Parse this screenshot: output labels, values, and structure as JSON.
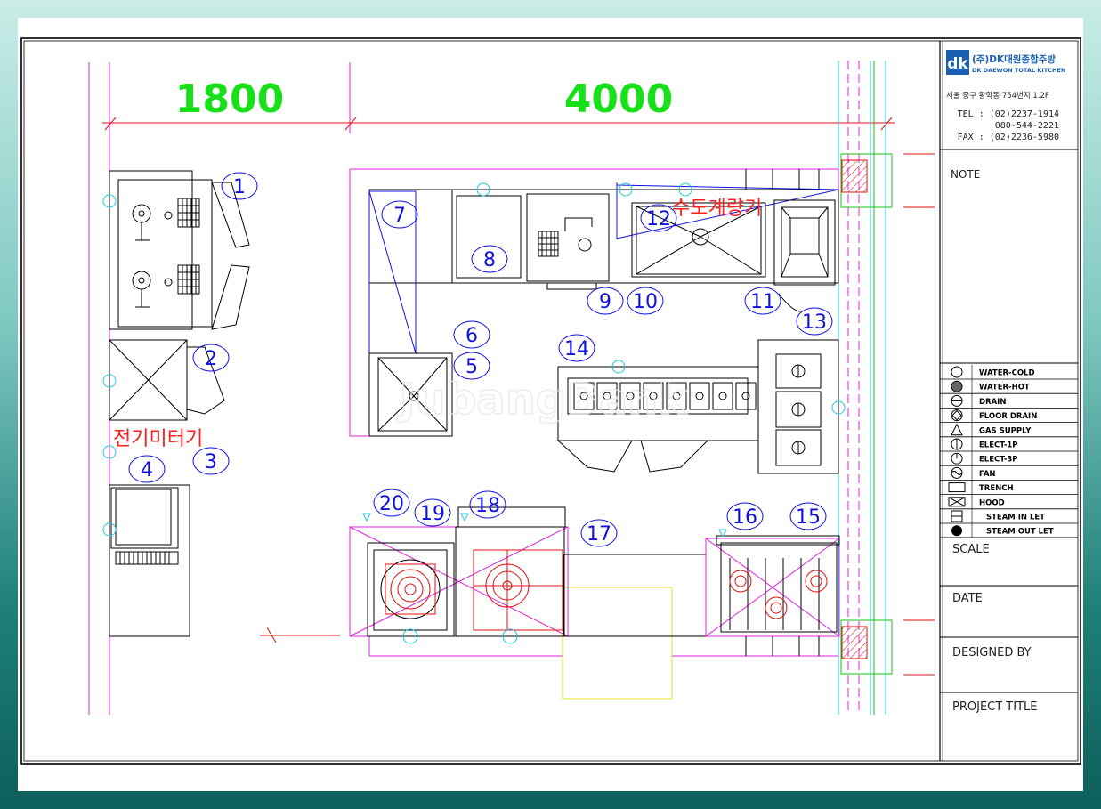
{
  "dimensions": {
    "left": "1800",
    "right": "4000"
  },
  "labels": {
    "meter_water": "수도계량기",
    "meter_electric": "전기미터기",
    "watermark": "JubangBank"
  },
  "item_numbers": [
    "1",
    "2",
    "3",
    "4",
    "5",
    "6",
    "7",
    "8",
    "9",
    "10",
    "11",
    "12",
    "13",
    "14",
    "15",
    "16",
    "17",
    "18",
    "19",
    "20"
  ],
  "title_block": {
    "company": "(주)DK대원종합주방",
    "company_en": "DK DAEWON TOTAL KITCHEN",
    "logo_letters": "dk",
    "address": "서울 중구 황학동 754번지 1.2F",
    "tel": "TEL : (02)2237-1914",
    "tel2": "080-544-2221",
    "fax": "FAX : (02)2236-5980",
    "note": "NOTE",
    "scale": "SCALE",
    "date": "DATE",
    "designed_by": "DESIGNED BY",
    "project_title": "PROJECT TITLE"
  },
  "legend": [
    {
      "symbol": "circle",
      "label": "WATER-COLD"
    },
    {
      "symbol": "circle-hatched",
      "label": "WATER-HOT"
    },
    {
      "symbol": "circle-drain",
      "label": "DRAIN"
    },
    {
      "symbol": "diamond-circle",
      "label": "FLOOR DRAIN"
    },
    {
      "symbol": "triangle",
      "label": "GAS SUPPLY"
    },
    {
      "symbol": "circle-bar",
      "label": "ELECT-1P"
    },
    {
      "symbol": "circle-half",
      "label": "ELECT-3P"
    },
    {
      "symbol": "circle-wave",
      "label": "FAN"
    },
    {
      "symbol": "trench",
      "label": "TRENCH"
    },
    {
      "symbol": "box-x",
      "label": "HOOD"
    },
    {
      "symbol": "steam-in",
      "label": "STEAM IN LET"
    },
    {
      "symbol": "steam-out",
      "label": "STEAM OUT LET"
    }
  ],
  "colors": {
    "dimension_green": "#18e018",
    "line_red": "#e01010",
    "line_blue": "#1010e0",
    "line_magenta": "#e020e0",
    "line_cyan": "#20c8e0",
    "line_yellow": "#e8e020",
    "label_red": "#ff2020"
  }
}
